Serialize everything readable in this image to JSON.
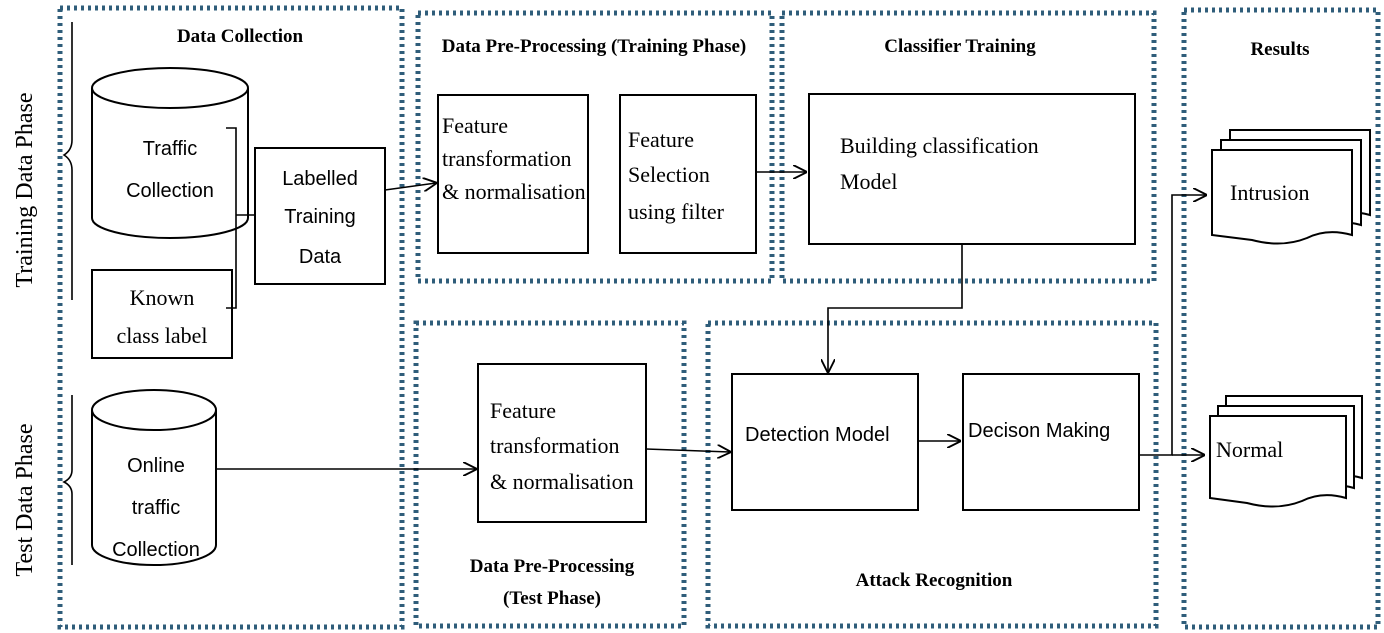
{
  "phases": {
    "training": "Training Data Phase",
    "test": "Test Data Phase"
  },
  "sections": {
    "data_collection": "Data Collection",
    "preprocessing_training": "Data Pre-Processing (Training Phase)",
    "classifier_training": "Classifier Training",
    "results": "Results",
    "preprocessing_test_line1": "Data Pre-Processing",
    "preprocessing_test_line2": "(Test Phase)",
    "attack_recognition": "Attack Recognition"
  },
  "nodes": {
    "traffic_collection": [
      "Traffic",
      "Collection"
    ],
    "known_class_label": [
      "Known",
      "class label"
    ],
    "labelled_training_data": [
      "Labelled",
      "Training",
      "Data"
    ],
    "feature_transformation_training": [
      "Feature",
      "transformation",
      "& normalisation"
    ],
    "feature_selection": [
      "Feature",
      "Selection",
      "using filter"
    ],
    "building_model": [
      "Building classification",
      "Model"
    ],
    "online_traffic": [
      "Online",
      "traffic",
      "Collection"
    ],
    "feature_transformation_test": [
      "Feature",
      "transformation",
      "& normalisation"
    ],
    "detection_model": "Detection Model",
    "decision_making": "Decison Making",
    "intrusion": "Intrusion",
    "normal": "Normal"
  },
  "colors": {
    "dotted_border": "#2f5d7a",
    "stroke": "#000000"
  }
}
